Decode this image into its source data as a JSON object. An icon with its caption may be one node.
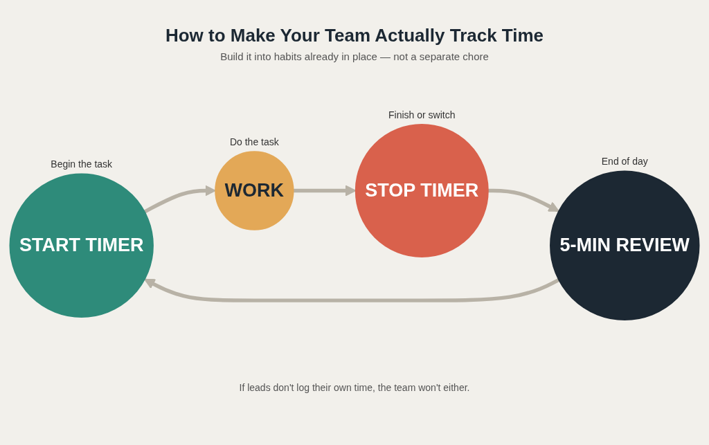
{
  "diagram": {
    "title": "How to Make Your Team Actually Track Time",
    "caption": "If leads don't log their own time, the team won't either.",
    "labels": [
      "Build it into habits already in place — not a separate chore"
    ],
    "nodes": [
      {
        "text": [
          "START TIMER"
        ],
        "beside": [
          "Begin the task"
        ]
      },
      {
        "text": [
          "WORK"
        ],
        "beside": [
          "Do the task"
        ]
      },
      {
        "text": [
          "STOP TIMER"
        ],
        "beside": [
          "Finish or switch"
        ]
      },
      {
        "text": [
          "5-MIN REVIEW"
        ],
        "beside": [
          "End of day"
        ]
      }
    ],
    "edges": [
      {
        "from": 0,
        "to": 1,
        "arrow": "to"
      },
      {
        "from": 1,
        "to": 2,
        "arrow": "to"
      },
      {
        "from": 2,
        "to": 3,
        "arrow": "to"
      },
      {
        "from": 3,
        "to": 0,
        "arrow": "to"
      }
    ]
  }
}
